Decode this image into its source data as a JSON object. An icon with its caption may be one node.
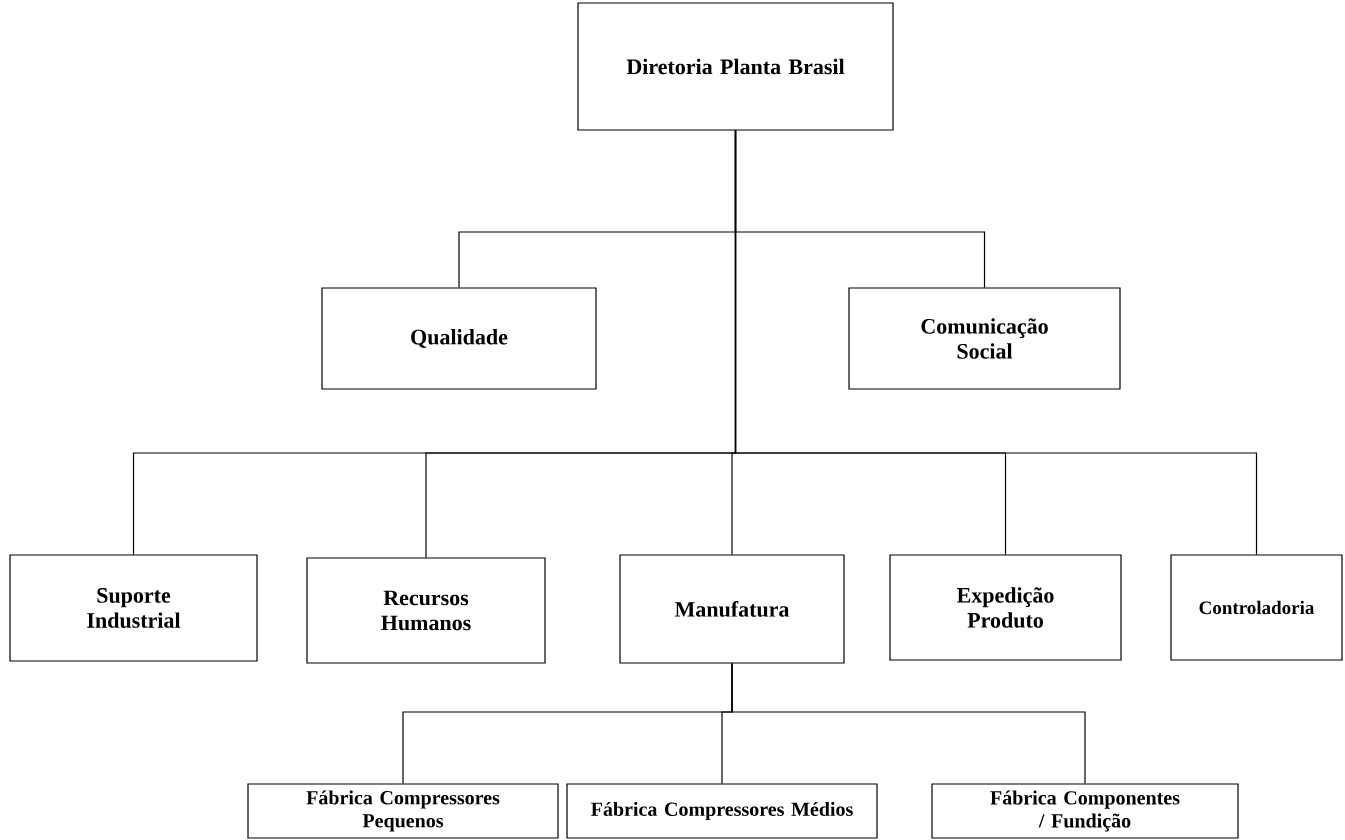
{
  "diagram": {
    "nodes": [
      {
        "text": [
          "Diretoria Planta Brasil"
        ]
      },
      {
        "text": [
          "Qualidade"
        ]
      },
      {
        "text": [
          "Comunicação Social"
        ]
      },
      {
        "text": [
          "Suporte Industrial"
        ]
      },
      {
        "text": [
          "Recursos Humanos"
        ]
      },
      {
        "text": [
          "Manufatura"
        ]
      },
      {
        "text": [
          "Expedição Produto"
        ]
      },
      {
        "text": [
          "Controladoria"
        ]
      },
      {
        "text": [
          "Fábrica Compressores Pequenos"
        ]
      },
      {
        "text": [
          "Fábrica Compressores Médios"
        ]
      },
      {
        "text": [
          "Fábrica Componentes / Fundição"
        ]
      }
    ],
    "edges": [
      {
        "from": 0,
        "to": 1,
        "arrow": "none"
      },
      {
        "from": 0,
        "to": 2,
        "arrow": "none"
      },
      {
        "from": 0,
        "to": 3,
        "arrow": "none"
      },
      {
        "from": 0,
        "to": 4,
        "arrow": "none"
      },
      {
        "from": 0,
        "to": 5,
        "arrow": "none"
      },
      {
        "from": 0,
        "to": 6,
        "arrow": "none"
      },
      {
        "from": 0,
        "to": 7,
        "arrow": "none"
      },
      {
        "from": 5,
        "to": 8,
        "arrow": "none"
      },
      {
        "from": 5,
        "to": 9,
        "arrow": "none"
      },
      {
        "from": 5,
        "to": 10,
        "arrow": "none"
      }
    ]
  }
}
